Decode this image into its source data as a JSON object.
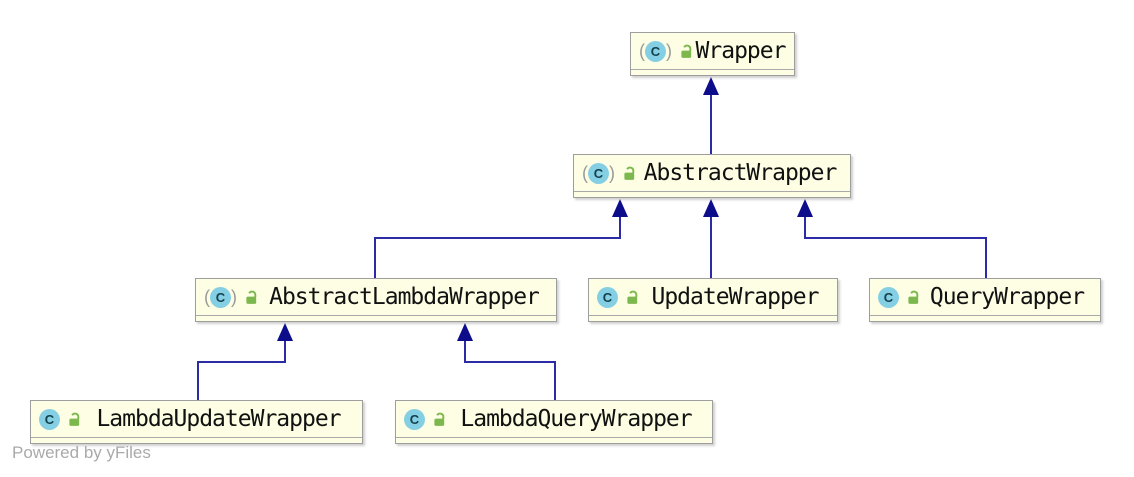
{
  "diagram": {
    "type": "uml-class-hierarchy",
    "footer": "Powered by yFiles",
    "icons": {
      "class_letter": "C",
      "class_icon": "circle-C",
      "abstract_marker": "parentheses",
      "visibility_icon": "open-padlock-public"
    },
    "colors": {
      "node_fill": "#fdfee3",
      "node_border": "#9e9e9e",
      "edge_line": "#2b2ba6",
      "arrowhead": "#0d0d8c",
      "class_icon_fill": "#85cfe4",
      "lock_green": "#7cb84e",
      "footer_text": "#aaaaaa"
    },
    "nodes": [
      {
        "id": "wrapper",
        "label": "Wrapper",
        "kind": "abstract-class",
        "visibility": "public"
      },
      {
        "id": "abstract-wrapper",
        "label": "AbstractWrapper",
        "kind": "abstract-class",
        "visibility": "public"
      },
      {
        "id": "abstract-lambda-wrapper",
        "label": "AbstractLambdaWrapper",
        "kind": "abstract-class",
        "visibility": "public"
      },
      {
        "id": "update-wrapper",
        "label": "UpdateWrapper",
        "kind": "class",
        "visibility": "public"
      },
      {
        "id": "query-wrapper",
        "label": "QueryWrapper",
        "kind": "class",
        "visibility": "public"
      },
      {
        "id": "lambda-update-wrapper",
        "label": "LambdaUpdateWrapper",
        "kind": "class",
        "visibility": "public"
      },
      {
        "id": "lambda-query-wrapper",
        "label": "LambdaQueryWrapper",
        "kind": "class",
        "visibility": "public"
      }
    ],
    "edges": [
      {
        "from": "AbstractWrapper",
        "to": "Wrapper",
        "type": "extends"
      },
      {
        "from": "AbstractLambdaWrapper",
        "to": "AbstractWrapper",
        "type": "extends"
      },
      {
        "from": "UpdateWrapper",
        "to": "AbstractWrapper",
        "type": "extends"
      },
      {
        "from": "QueryWrapper",
        "to": "AbstractWrapper",
        "type": "extends"
      },
      {
        "from": "LambdaUpdateWrapper",
        "to": "AbstractLambdaWrapper",
        "type": "extends"
      },
      {
        "from": "LambdaQueryWrapper",
        "to": "AbstractLambdaWrapper",
        "type": "extends"
      }
    ]
  }
}
